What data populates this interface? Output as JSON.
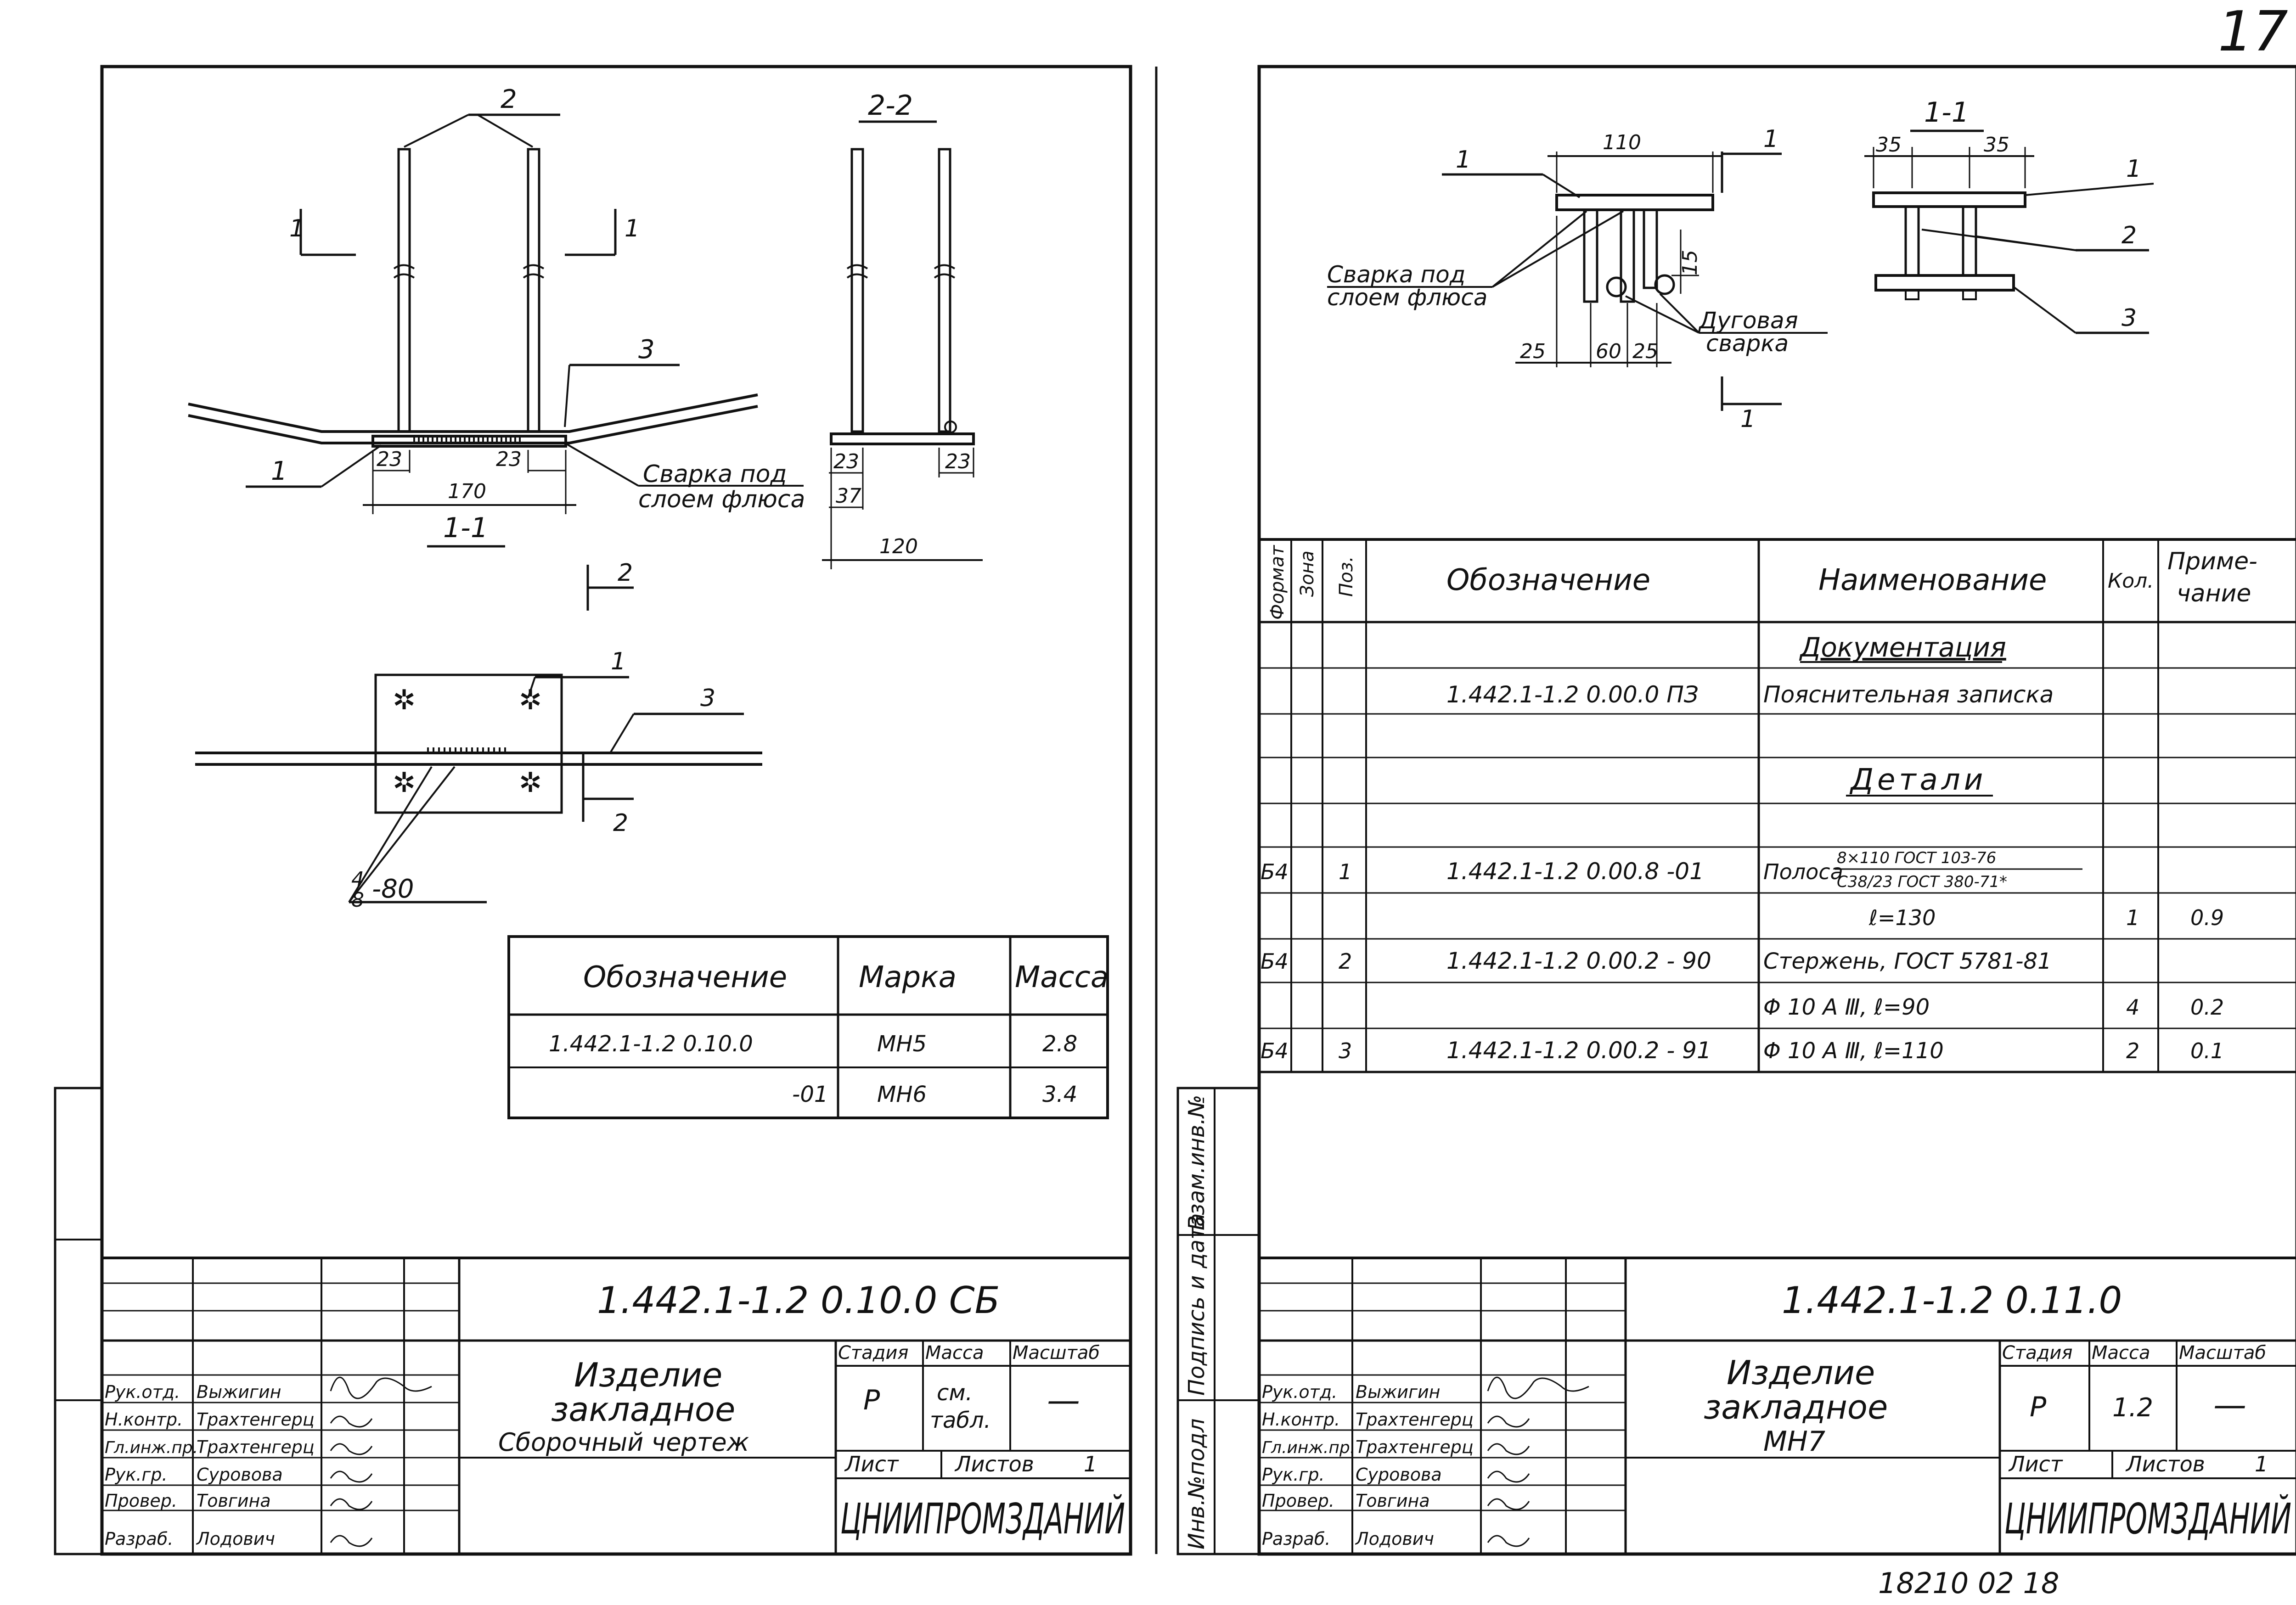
{
  "corner_page_number": "17",
  "footer_code": "18210  02    18",
  "side_labels": {
    "inv_no_sub": "Взам.инв.№",
    "sign_date": "Подпись и дата",
    "inv_no_orig": "Инв.№подл"
  },
  "left_sheet": {
    "drawing": {
      "callout_2": "2",
      "callout_3": "3",
      "callout_1": "1",
      "cut_1_left": "1",
      "cut_1_right": "1",
      "dim_23_a": "23",
      "dim_23_b": "23",
      "dim_170": "170",
      "weld_note_line1": "Сварка под",
      "weld_note_line2": "слоем флюса",
      "section_1_1": "1-1",
      "section_2_2": "2-2",
      "dim_23_c": "23",
      "dim_23_d": "23",
      "dim_37": "37",
      "dim_120": "120",
      "plan_cut_2_top": "2",
      "plan_cut_2_bottom": "2",
      "plan_callout_1": "1",
      "plan_callout_3": "3",
      "weld_callout_top": "4",
      "weld_callout_bottom": "8",
      "weld_callout_len": "-80"
    },
    "mass_table": {
      "headers": [
        "Обозначение",
        "Марка",
        "Масса"
      ],
      "rows": [
        [
          "1.442.1-1.2 0.10.0",
          "МН5",
          "2.8"
        ],
        [
          "-01",
          "МН6",
          "3.4"
        ]
      ]
    },
    "title_block": {
      "doc_code": "1.442.1-1.2  0.10.0 СБ",
      "title_line1": "Изделие",
      "title_line2": "закладное",
      "subtitle": "Сборочный чертеж",
      "stage_label": "Стадия",
      "mass_label": "Масса",
      "scale_label": "Масштаб",
      "stage_value": "Р",
      "mass_value_1": "см.",
      "mass_value_2": "табл.",
      "scale_value": "—",
      "sheet_label": "Лист",
      "sheets_label": "Листов",
      "sheets_value": "1",
      "org": "ЦНИИПРОМЗДАНИЙ",
      "people": [
        [
          "Рук.отд.",
          "Выжигин"
        ],
        [
          "Н.контр.",
          "Трахтенгерц"
        ],
        [
          "Гл.инж.пр.",
          "Трахтенгерц"
        ],
        [
          "Рук.гр.",
          "Суровова"
        ],
        [
          "Провер.",
          "Товгина"
        ],
        [
          "Разраб.",
          "Лодович"
        ]
      ]
    }
  },
  "right_sheet": {
    "drawing": {
      "callout_1": "1",
      "dim_110": "110",
      "cut_1_top": "1",
      "cut_1_bottom": "1",
      "weld_note_line1": "Сварка под",
      "weld_note_line2": "слоем флюса",
      "dim_15": "15",
      "arc_weld_line1": "Дуговая",
      "arc_weld_line2": "сварка",
      "dim_25_a": "25",
      "dim_60": "60",
      "dim_25_b": "25",
      "section_1_1": "1-1",
      "dim_35_a": "35",
      "dim_35_b": "35",
      "sec_callout_1": "1",
      "sec_callout_2": "2",
      "sec_callout_3": "3"
    },
    "spec_table": {
      "headers": {
        "format": "Формат",
        "zone": "Зона",
        "pos": "Поз.",
        "designation": "Обозначение",
        "name": "Наименование",
        "qty": "Кол.",
        "note_line1": "Приме-",
        "note_line2": "чание"
      },
      "section_docs": "Документация",
      "section_details": "Детали",
      "rows": [
        {
          "format": "",
          "pos": "",
          "designation": "1.442.1-1.2  0.00.0 ПЗ",
          "name": "Пояснительная записка",
          "qty": "",
          "note": ""
        },
        {
          "format": "Б4",
          "pos": "1",
          "designation": "1.442.1-1.2  0.00.8  -01",
          "name": "Полоса",
          "qty": "",
          "note": ""
        },
        {
          "format": "",
          "pos": "",
          "designation": "",
          "name": "ℓ=130",
          "qty": "1",
          "note": "0.9"
        },
        {
          "format": "Б4",
          "pos": "2",
          "designation": "1.442.1-1.2  0.00.2  - 90",
          "name": "Стержень, ГОСТ 5781-81",
          "qty": "",
          "note": ""
        },
        {
          "format": "",
          "pos": "",
          "designation": "",
          "name": "Φ 10 A Ⅲ,   ℓ=90",
          "qty": "4",
          "note": "0.2"
        },
        {
          "format": "Б4",
          "pos": "3",
          "designation": "1.442.1-1.2  0.00.2  - 91",
          "name": "Φ 10 A Ⅲ,   ℓ=110",
          "qty": "2",
          "note": "0.1"
        }
      ],
      "strip_fraction_top": "8×110 ГОСТ 103-76",
      "strip_fraction_bottom": "С38/23 ГОСТ 380-71*"
    },
    "title_block": {
      "doc_code": "1.442.1-1.2  0.11.0",
      "title_line1": "Изделие",
      "title_line2": "закладное",
      "subtitle": "МН7",
      "stage_label": "Стадия",
      "mass_label": "Масса",
      "scale_label": "Масштаб",
      "stage_value": "Р",
      "mass_value": "1.2",
      "scale_value": "—",
      "sheet_label": "Лист",
      "sheets_label": "Листов",
      "sheets_value": "1",
      "org": "ЦНИИПРОМЗДАНИЙ",
      "people": [
        [
          "Рук.отд.",
          "Выжигин"
        ],
        [
          "Н.контр.",
          "Трахтенгерц"
        ],
        [
          "Гл.инж.пр.",
          "Трахтенгерц"
        ],
        [
          "Рук.гр.",
          "Суровова"
        ],
        [
          "Провер.",
          "Товгина"
        ],
        [
          "Разраб.",
          "Лодович"
        ]
      ]
    }
  }
}
